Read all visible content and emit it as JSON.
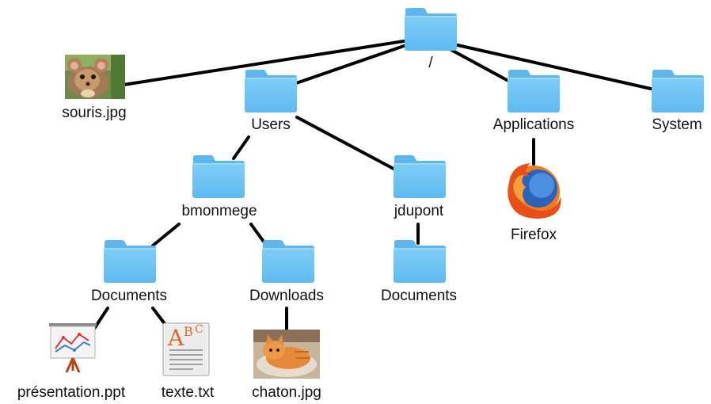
{
  "tree": {
    "root": {
      "label": "/"
    },
    "souris": {
      "label": "souris.jpg",
      "icon": "mouse-photo-icon"
    },
    "users": {
      "label": "Users",
      "icon": "folder-icon"
    },
    "applications": {
      "label": "Applications",
      "icon": "folder-icon"
    },
    "system": {
      "label": "System",
      "icon": "folder-icon"
    },
    "firefox": {
      "label": "Firefox",
      "icon": "firefox-icon"
    },
    "bmonmege": {
      "label": "bmonmege",
      "icon": "folder-icon"
    },
    "jdupont": {
      "label": "jdupont",
      "icon": "folder-icon"
    },
    "documents_bm": {
      "label": "Documents",
      "icon": "folder-icon"
    },
    "downloads": {
      "label": "Downloads",
      "icon": "folder-icon"
    },
    "documents_jd": {
      "label": "Documents",
      "icon": "folder-icon"
    },
    "presentation": {
      "label": "présentation.ppt",
      "icon": "presentation-icon"
    },
    "texte": {
      "label": "texte.txt",
      "icon": "text-document-icon"
    },
    "chaton": {
      "label": "chaton.jpg",
      "icon": "kitten-photo-icon"
    }
  },
  "colors": {
    "folder": "#6ec4f5",
    "folder_tab": "#5eb6ec",
    "edge": "#000000"
  }
}
